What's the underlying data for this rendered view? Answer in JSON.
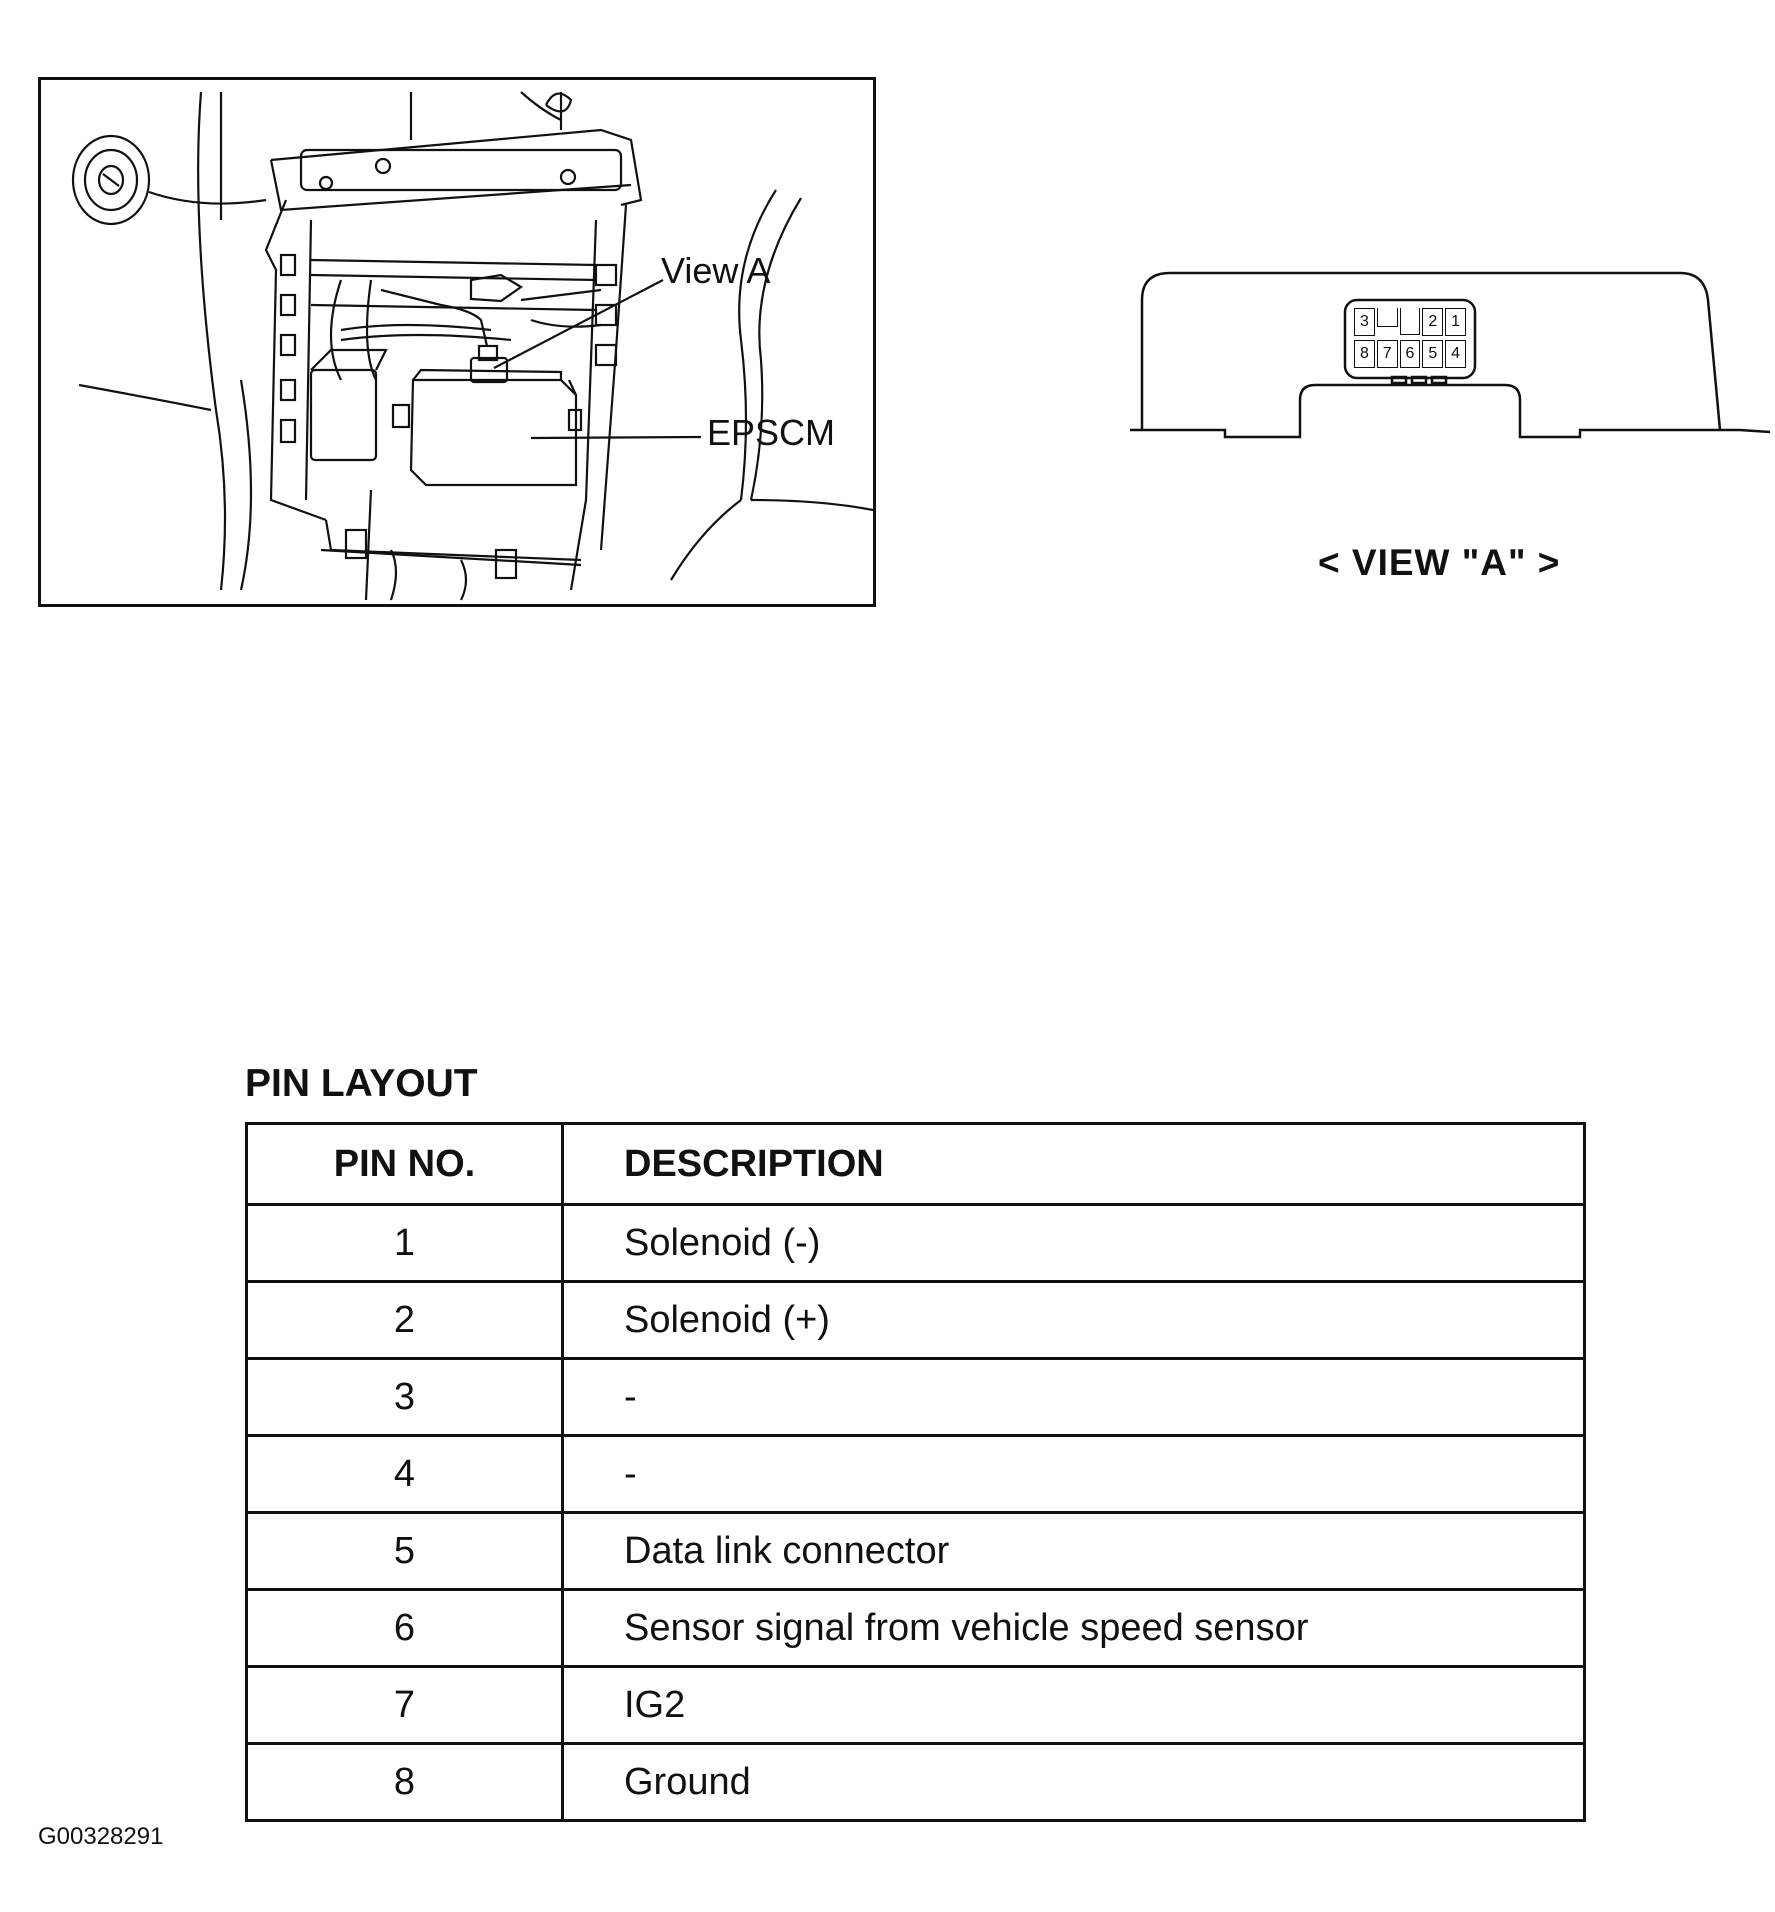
{
  "install_view": {
    "callout_view_a": "View A",
    "callout_epscm": "EPSCM"
  },
  "view_a": {
    "caption": "< VIEW \"A\" >",
    "connector_top_row": [
      "3",
      "",
      "",
      "2",
      "1"
    ],
    "connector_bottom_row": [
      "8",
      "7",
      "6",
      "5",
      "4"
    ]
  },
  "pin_layout": {
    "title": "PIN LAYOUT",
    "headers": [
      "PIN NO.",
      "DESCRIPTION"
    ],
    "rows": [
      {
        "pin": "1",
        "description": "Solenoid (-)"
      },
      {
        "pin": "2",
        "description": "Solenoid (+)"
      },
      {
        "pin": "3",
        "description": "-"
      },
      {
        "pin": "4",
        "description": "-"
      },
      {
        "pin": "5",
        "description": "Data link connector"
      },
      {
        "pin": "6",
        "description": "Sensor signal from vehicle speed sensor"
      },
      {
        "pin": "7",
        "description": "IG2"
      },
      {
        "pin": "8",
        "description": "Ground"
      }
    ]
  },
  "figure_id": "G00328291"
}
